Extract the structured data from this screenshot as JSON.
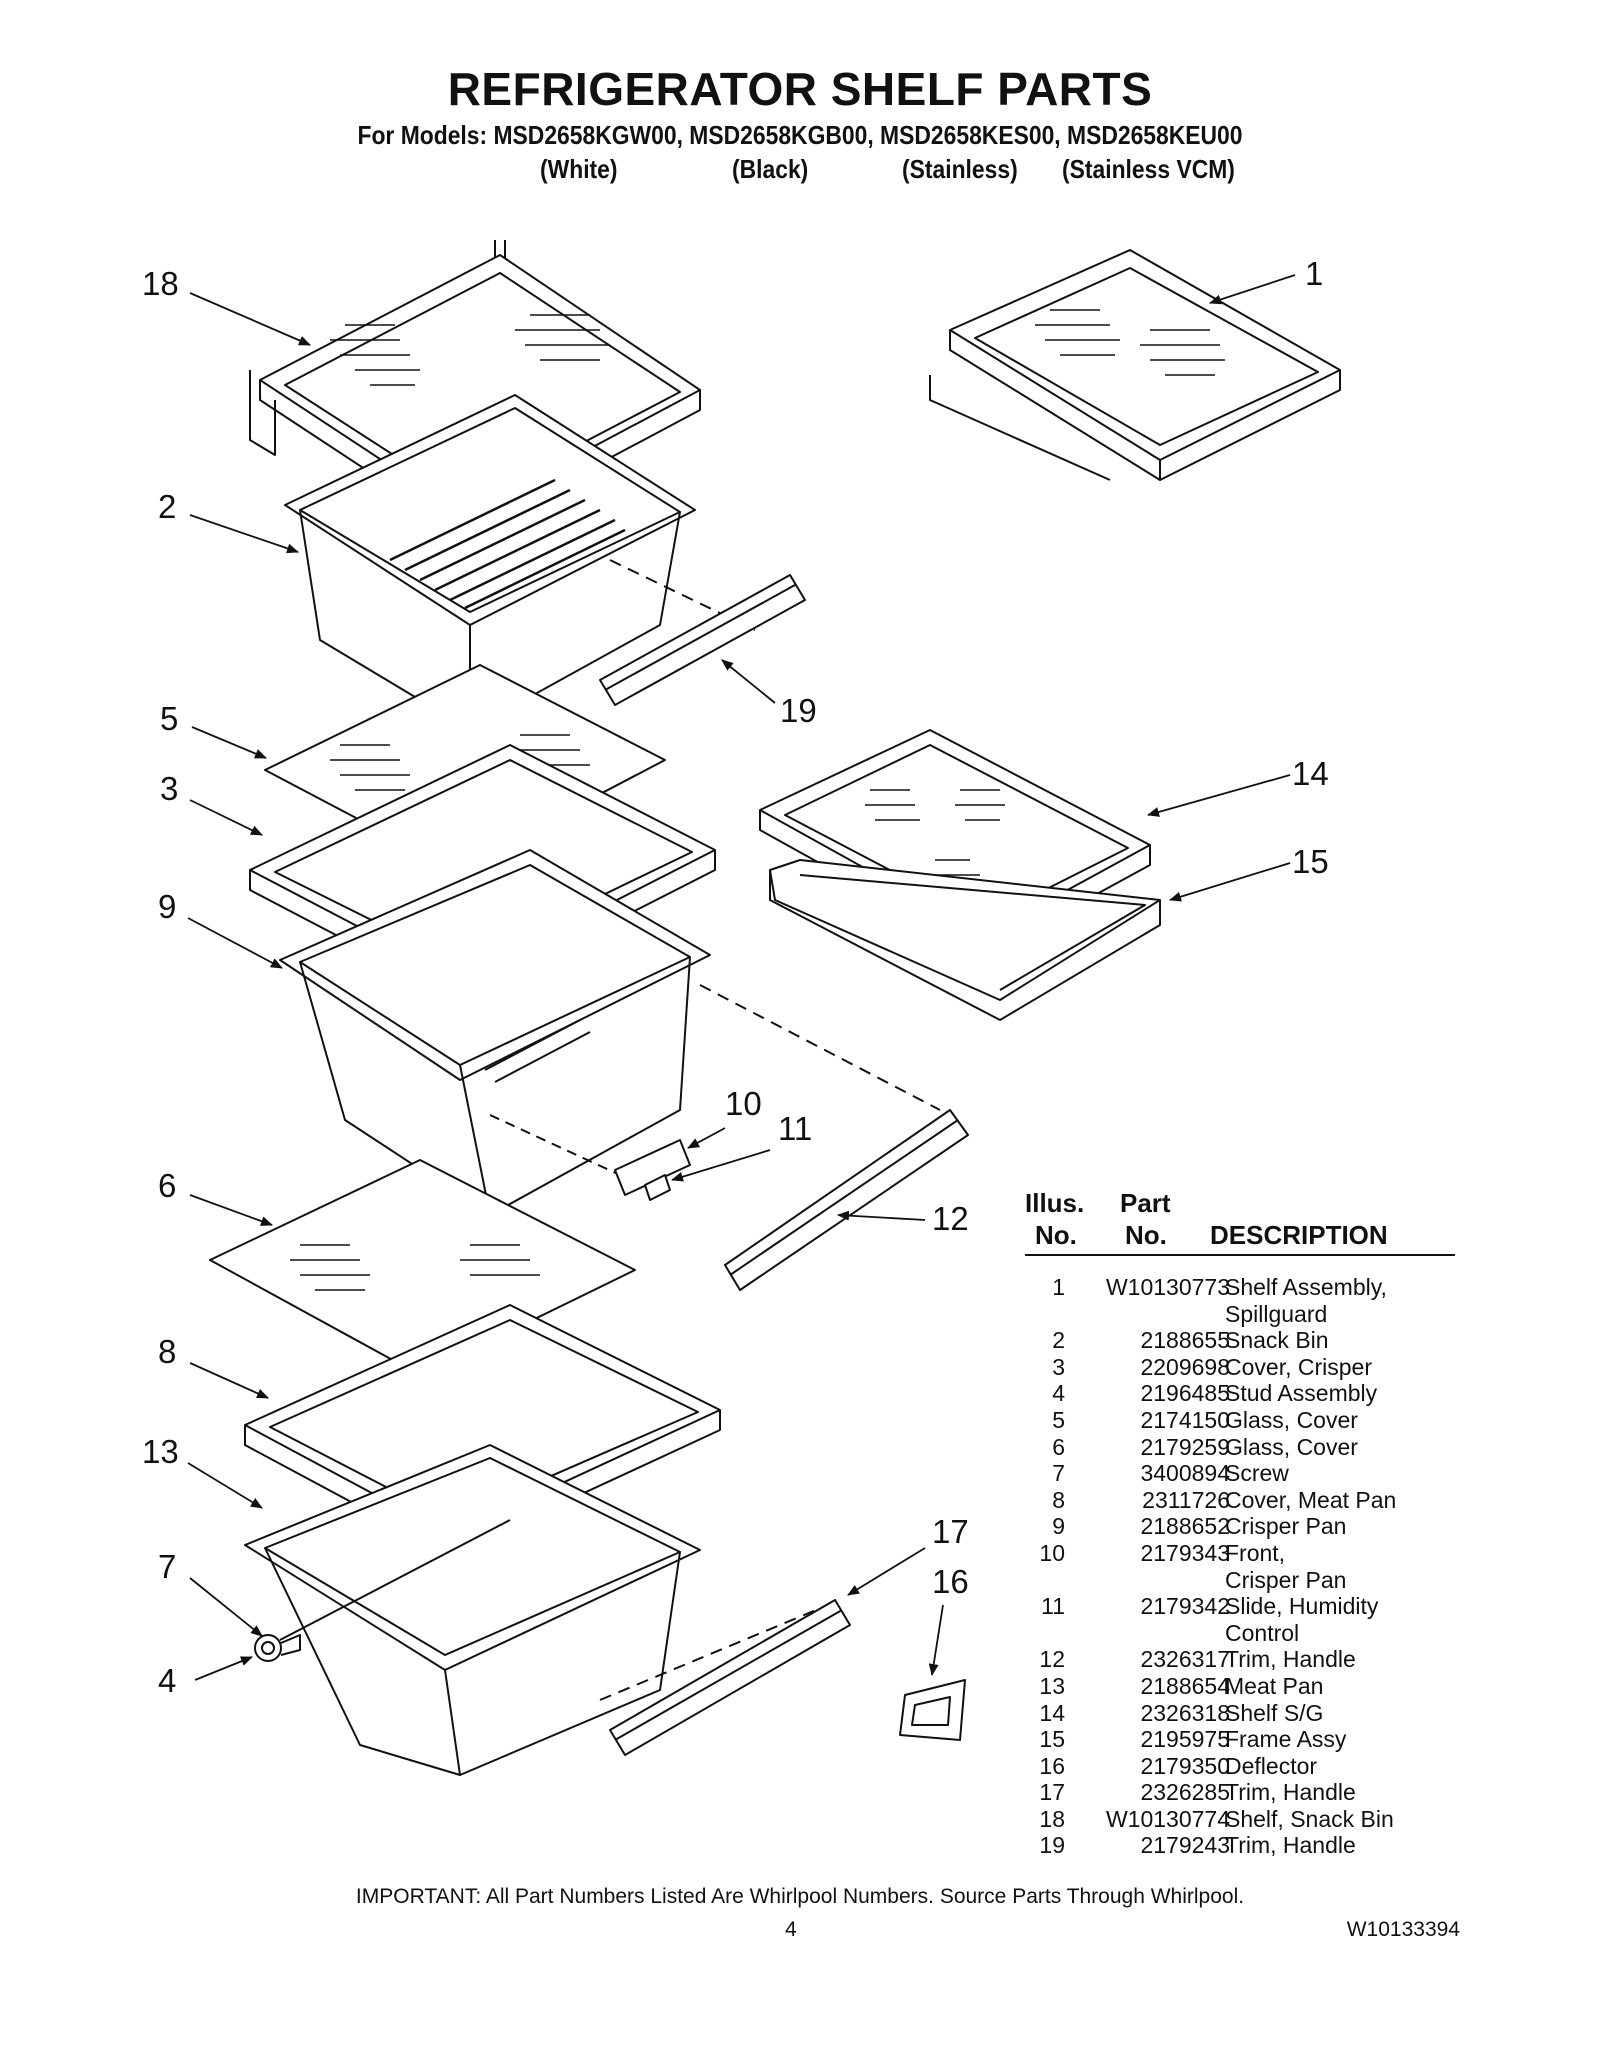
{
  "header": {
    "title": "REFRIGERATOR SHELF PARTS",
    "models_line": "For Models: MSD2658KGW00, MSD2658KGB00, MSD2658KES00, MSD2658KEU00",
    "finishes": [
      "(White)",
      "(Black)",
      "(Stainless)",
      "(Stainless VCM)"
    ]
  },
  "diagram": {
    "callouts": [
      "18",
      "1",
      "2",
      "19",
      "5",
      "14",
      "3",
      "15",
      "9",
      "10",
      "11",
      "6",
      "12",
      "8",
      "13",
      "17",
      "16",
      "7",
      "4"
    ]
  },
  "parts_table": {
    "headers": {
      "illus_line1": "Illus.",
      "illus_line2": "No.",
      "part_line1": "Part",
      "part_line2": "No.",
      "description": "DESCRIPTION"
    },
    "rows": [
      {
        "illus": "1",
        "part": "W10130773",
        "desc": "Shelf Assembly,\nSpillguard"
      },
      {
        "illus": "2",
        "part": "2188655",
        "desc": "Snack Bin"
      },
      {
        "illus": "3",
        "part": "2209698",
        "desc": "Cover, Crisper"
      },
      {
        "illus": "4",
        "part": "2196485",
        "desc": "Stud Assembly"
      },
      {
        "illus": "5",
        "part": "2174150",
        "desc": "Glass, Cover"
      },
      {
        "illus": "6",
        "part": "2179259",
        "desc": "Glass, Cover"
      },
      {
        "illus": "7",
        "part": "3400894",
        "desc": "Screw"
      },
      {
        "illus": "8",
        "part": "2311726",
        "desc": "Cover, Meat Pan"
      },
      {
        "illus": "9",
        "part": "2188652",
        "desc": "Crisper Pan"
      },
      {
        "illus": "10",
        "part": "2179343",
        "desc": "Front,\nCrisper Pan"
      },
      {
        "illus": "11",
        "part": "2179342",
        "desc": "Slide, Humidity\nControl"
      },
      {
        "illus": "12",
        "part": "2326317",
        "desc": "Trim, Handle"
      },
      {
        "illus": "13",
        "part": "2188654",
        "desc": "Meat Pan"
      },
      {
        "illus": "14",
        "part": "2326318",
        "desc": "Shelf S/G"
      },
      {
        "illus": "15",
        "part": "2195975",
        "desc": "Frame Assy"
      },
      {
        "illus": "16",
        "part": "2179350",
        "desc": "Deflector"
      },
      {
        "illus": "17",
        "part": "2326285",
        "desc": "Trim, Handle"
      },
      {
        "illus": "18",
        "part": "W10130774",
        "desc": "Shelf, Snack Bin"
      },
      {
        "illus": "19",
        "part": "2179243",
        "desc": "Trim, Handle"
      }
    ]
  },
  "footer": {
    "important": "IMPORTANT: All Part Numbers Listed Are Whirlpool Numbers. Source Parts Through Whirlpool.",
    "page_number": "4",
    "document_number": "W10133394"
  }
}
